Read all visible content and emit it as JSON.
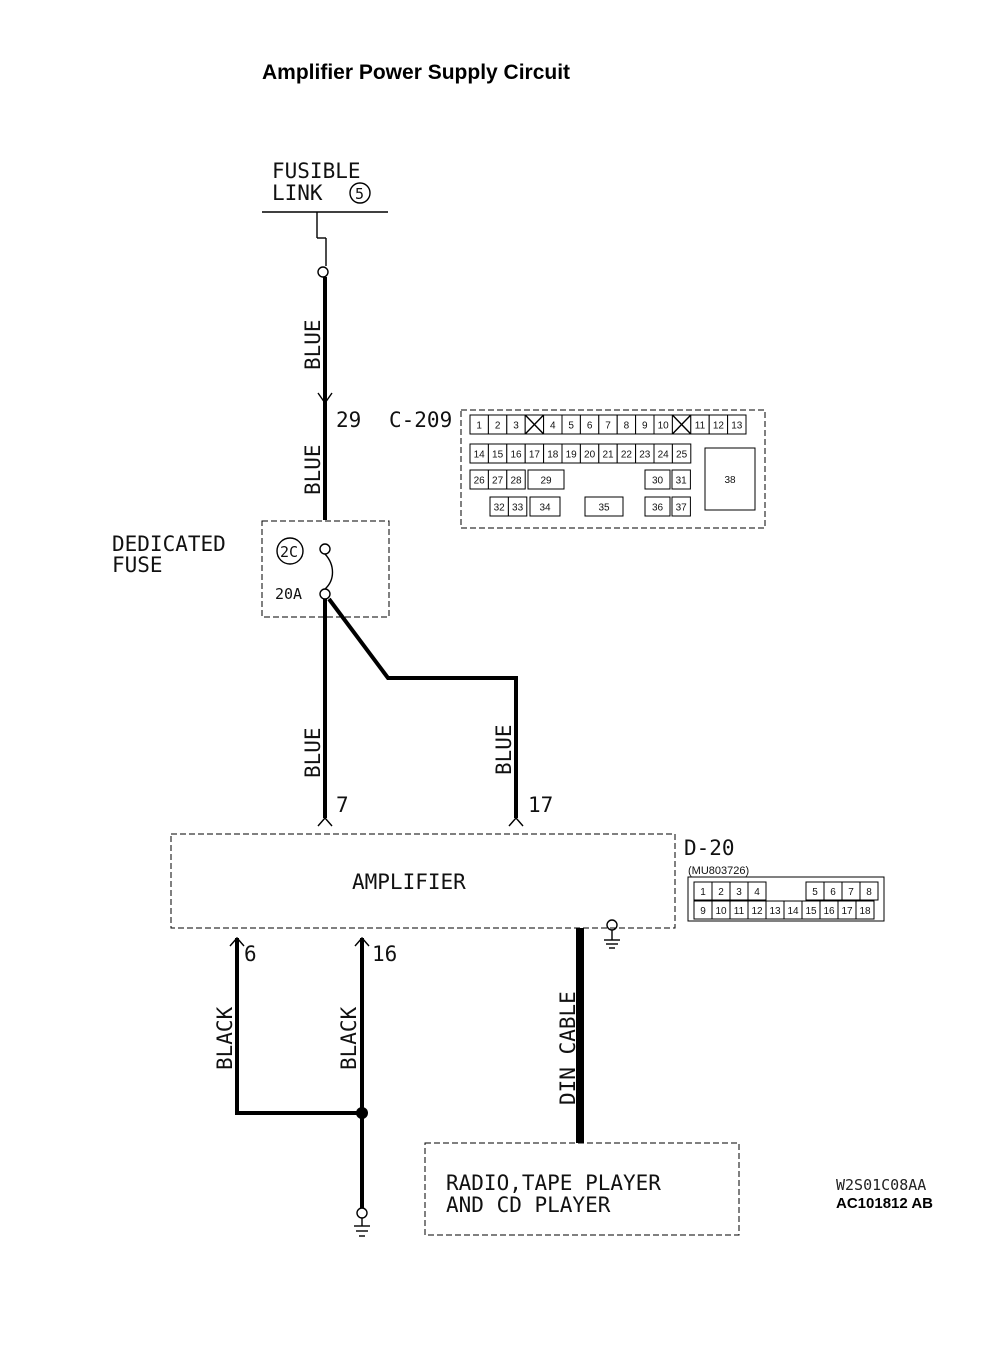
{
  "title": "Amplifier Power Supply Circuit",
  "fusible_link": {
    "line1": "FUSIBLE",
    "line2": "LINK",
    "number": "5"
  },
  "wires": {
    "top_color": "BLUE",
    "mid_color": "BLUE",
    "left_to_amp_color": "BLUE",
    "right_to_amp_color": "BLUE",
    "ground_left_color": "BLACK",
    "ground_right_color": "BLACK",
    "din_cable": "DIN CABLE"
  },
  "connector_c209": {
    "pin": "29",
    "name": "C-209",
    "row1": [
      "1",
      "2",
      "3",
      "",
      "4",
      "5",
      "6",
      "7",
      "8",
      "9",
      "10",
      "",
      "11",
      "12",
      "13"
    ],
    "row2": [
      "14",
      "15",
      "16",
      "17",
      "18",
      "19",
      "20",
      "21",
      "22",
      "23",
      "24",
      "25"
    ],
    "row3": [
      "26",
      "27",
      "28",
      "29",
      "30",
      "31"
    ],
    "row4": [
      "32",
      "33",
      "34",
      "35",
      "36",
      "37"
    ],
    "big_pin": "38"
  },
  "fuse": {
    "line1": "DEDICATED",
    "line2": "FUSE",
    "number": "2C",
    "rating": "20A"
  },
  "amplifier": {
    "label": "AMPLIFIER",
    "pin_left_in": "7",
    "pin_right_in": "17",
    "pin_ground_left": "6",
    "pin_ground_right": "16"
  },
  "connector_d20": {
    "name": "D-20",
    "part_no": "(MU803726)",
    "row1": [
      "1",
      "2",
      "3",
      "4",
      "5",
      "6",
      "7",
      "8"
    ],
    "row2": [
      "9",
      "10",
      "11",
      "12",
      "13",
      "14",
      "15",
      "16",
      "17",
      "18"
    ]
  },
  "radio": {
    "line1": "RADIO,TAPE PLAYER",
    "line2": "AND CD PLAYER"
  },
  "codes": {
    "code1": "W2S01C08AA",
    "code2": "AC101812 AB"
  }
}
